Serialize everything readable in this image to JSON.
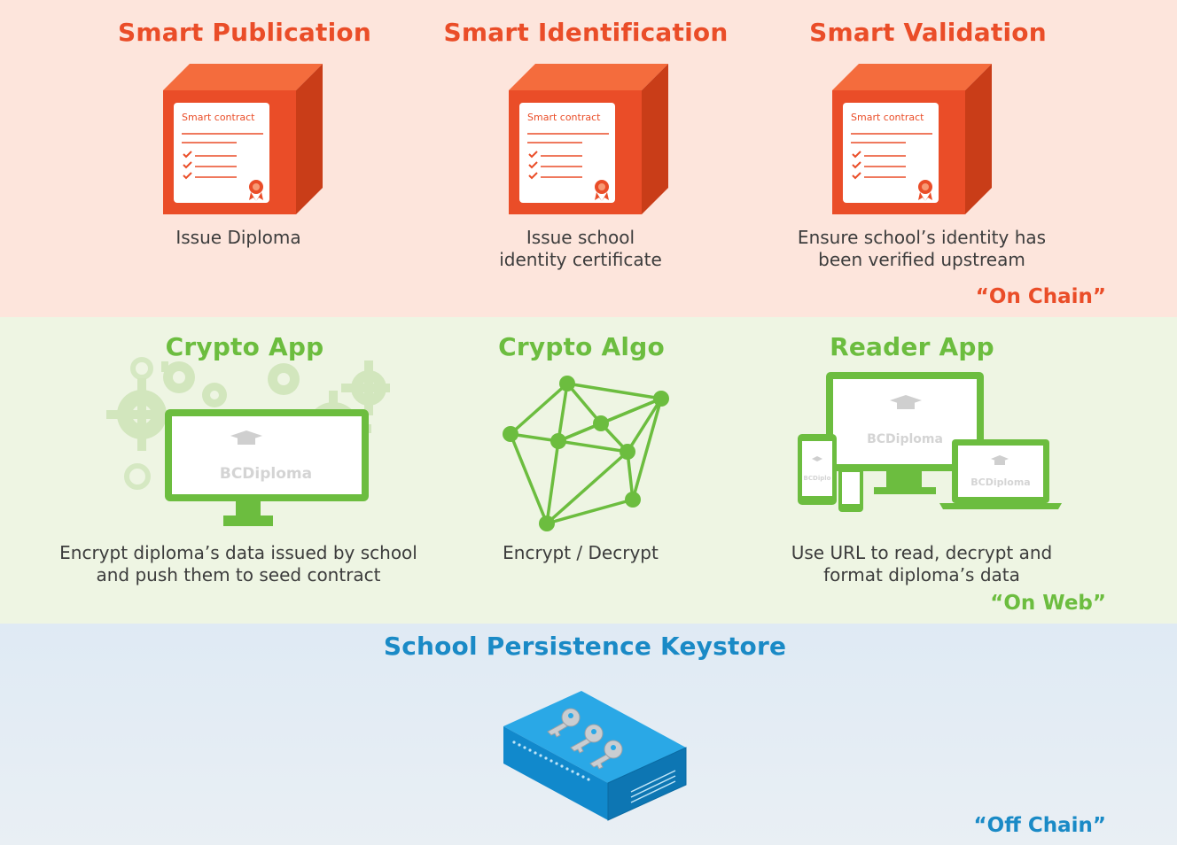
{
  "on_chain": {
    "tag": "“On Chain”",
    "items": [
      {
        "title": "Smart Publication",
        "card_label": "Smart contract",
        "desc_lines": [
          "Issue Diploma"
        ]
      },
      {
        "title": "Smart Identification",
        "card_label": "Smart contract",
        "desc_lines": [
          "Issue school",
          "identity certificate"
        ]
      },
      {
        "title": "Smart Validation",
        "card_label": "Smart contract",
        "desc_lines": [
          "Ensure school’s identity has",
          "been verified upstream"
        ]
      }
    ]
  },
  "on_web": {
    "tag": "“On Web”",
    "items": [
      {
        "title": "Crypto App",
        "desc_lines": [
          "Encrypt diploma’s data issued by school",
          "and push them to seed contract"
        ],
        "screen_logo": "BCDiploma"
      },
      {
        "title": "Crypto Algo",
        "desc_lines": [
          "Encrypt / Decrypt"
        ]
      },
      {
        "title": "Reader App",
        "desc_lines": [
          "Use URL to read, decrypt and",
          "format diploma’s data"
        ],
        "screen_logo": "BCDiploma"
      }
    ]
  },
  "off_chain": {
    "title": "School Persistence Keystore",
    "tag": "“Off Chain”"
  },
  "colors": {
    "on_chain_accent": "#ea4d28",
    "on_web_accent": "#6cbd3f",
    "off_chain_accent": "#1a8ac6",
    "on_chain_bg": "#fde5dc",
    "on_web_bg": "#eef5e3",
    "off_chain_bg": "#e4edf4"
  },
  "icons": [
    "contract-box-icon",
    "gears-monitor-icon",
    "network-graph-icon",
    "devices-icon",
    "keystore-server-icon"
  ]
}
